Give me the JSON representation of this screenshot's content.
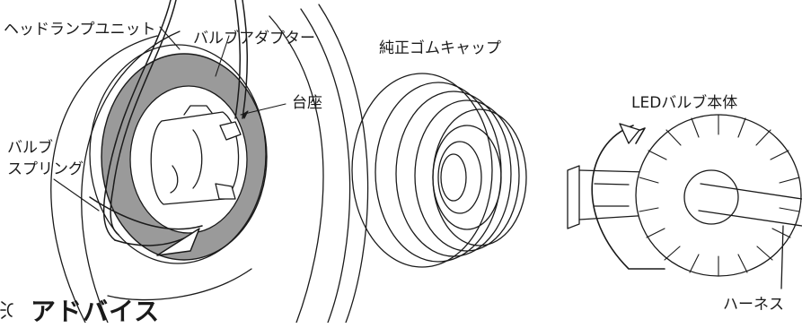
{
  "labels": {
    "headlamp_unit": "ヘッドランプユニット",
    "bulb_adapter": "バルブアダプター",
    "pedestal": "台座",
    "bulb_spring_line1": "バルブ",
    "bulb_spring_line2": "スプリング",
    "rubber_cap": "純正ゴムキャップ",
    "led_bulb_body": "LEDバルブ本体",
    "harness": "ハーネス"
  },
  "advice": {
    "title": "アドバイス",
    "icon": "lightbulb-icon"
  },
  "colors": {
    "line": "#1a1a1a",
    "adapter_fill": "#9a9a9a",
    "background": "#ffffff"
  }
}
